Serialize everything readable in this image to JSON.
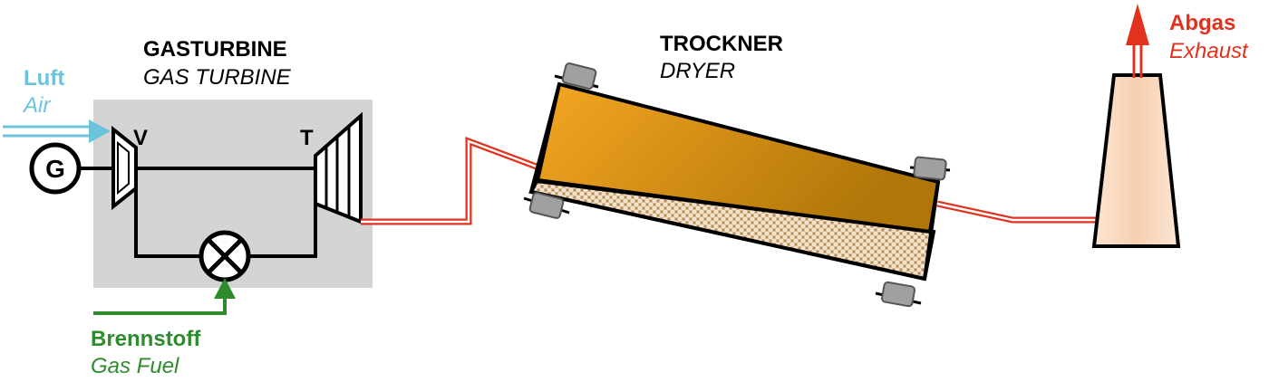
{
  "labels": {
    "gas_turbine_de": "GASTURBINE",
    "gas_turbine_en": "GAS TURBINE",
    "dryer_de": "TROCKNER",
    "dryer_en": "DRYER",
    "air_de": "Luft",
    "air_en": "Air",
    "exhaust_de": "Abgas",
    "exhaust_en": "Exhaust",
    "fuel_de": "Brennstoff",
    "fuel_en": "Gas Fuel",
    "compressor": "V",
    "turbine": "T",
    "generator": "G"
  },
  "colors": {
    "air": "#6cc4dc",
    "exhaust": "#e2311d",
    "fuel": "#2e8b2e",
    "housing": "#d4d4d4",
    "dryer_light": "#f5a623",
    "dryer_dark": "#b07608",
    "stack": "#f7d6b8"
  }
}
